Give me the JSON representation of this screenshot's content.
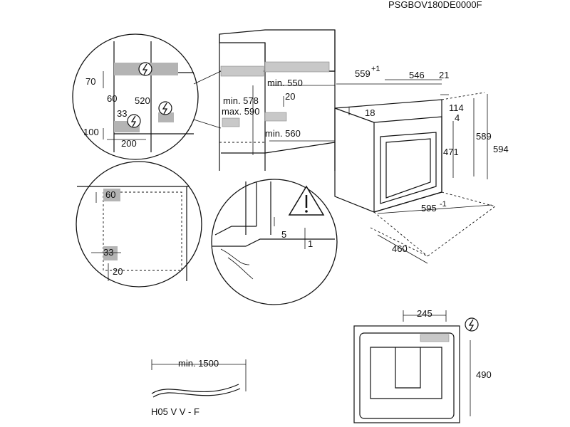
{
  "model_code": "PSGBOV180DE0000F",
  "detail_top": {
    "dims": [
      "70",
      "60",
      "520",
      "33",
      "100",
      "200"
    ]
  },
  "cabinet": {
    "dims": [
      "min. 578",
      "max. 590",
      "min. 550",
      "20",
      "min. 560"
    ]
  },
  "oven": {
    "dims": {
      "depth_body": "559",
      "depth_body_tol": "+1",
      "depth_546": "546",
      "front_21": "21",
      "d18": "18",
      "d114": "114",
      "d4": "4",
      "d589": "589",
      "d594": "594",
      "d471": "471",
      "width_595": "595",
      "width_tol": "-1",
      "d460": "460"
    }
  },
  "detail_left": {
    "dims": [
      "60",
      "33",
      "20"
    ]
  },
  "detail_floor": {
    "dims": [
      "5",
      "1"
    ]
  },
  "cable": {
    "length": "min. 1500",
    "type": "H05 V V - F"
  },
  "back_view": {
    "dims": [
      "245",
      "490"
    ]
  },
  "icons": [
    "electrical-connection-icon",
    "warning-triangle-icon"
  ]
}
